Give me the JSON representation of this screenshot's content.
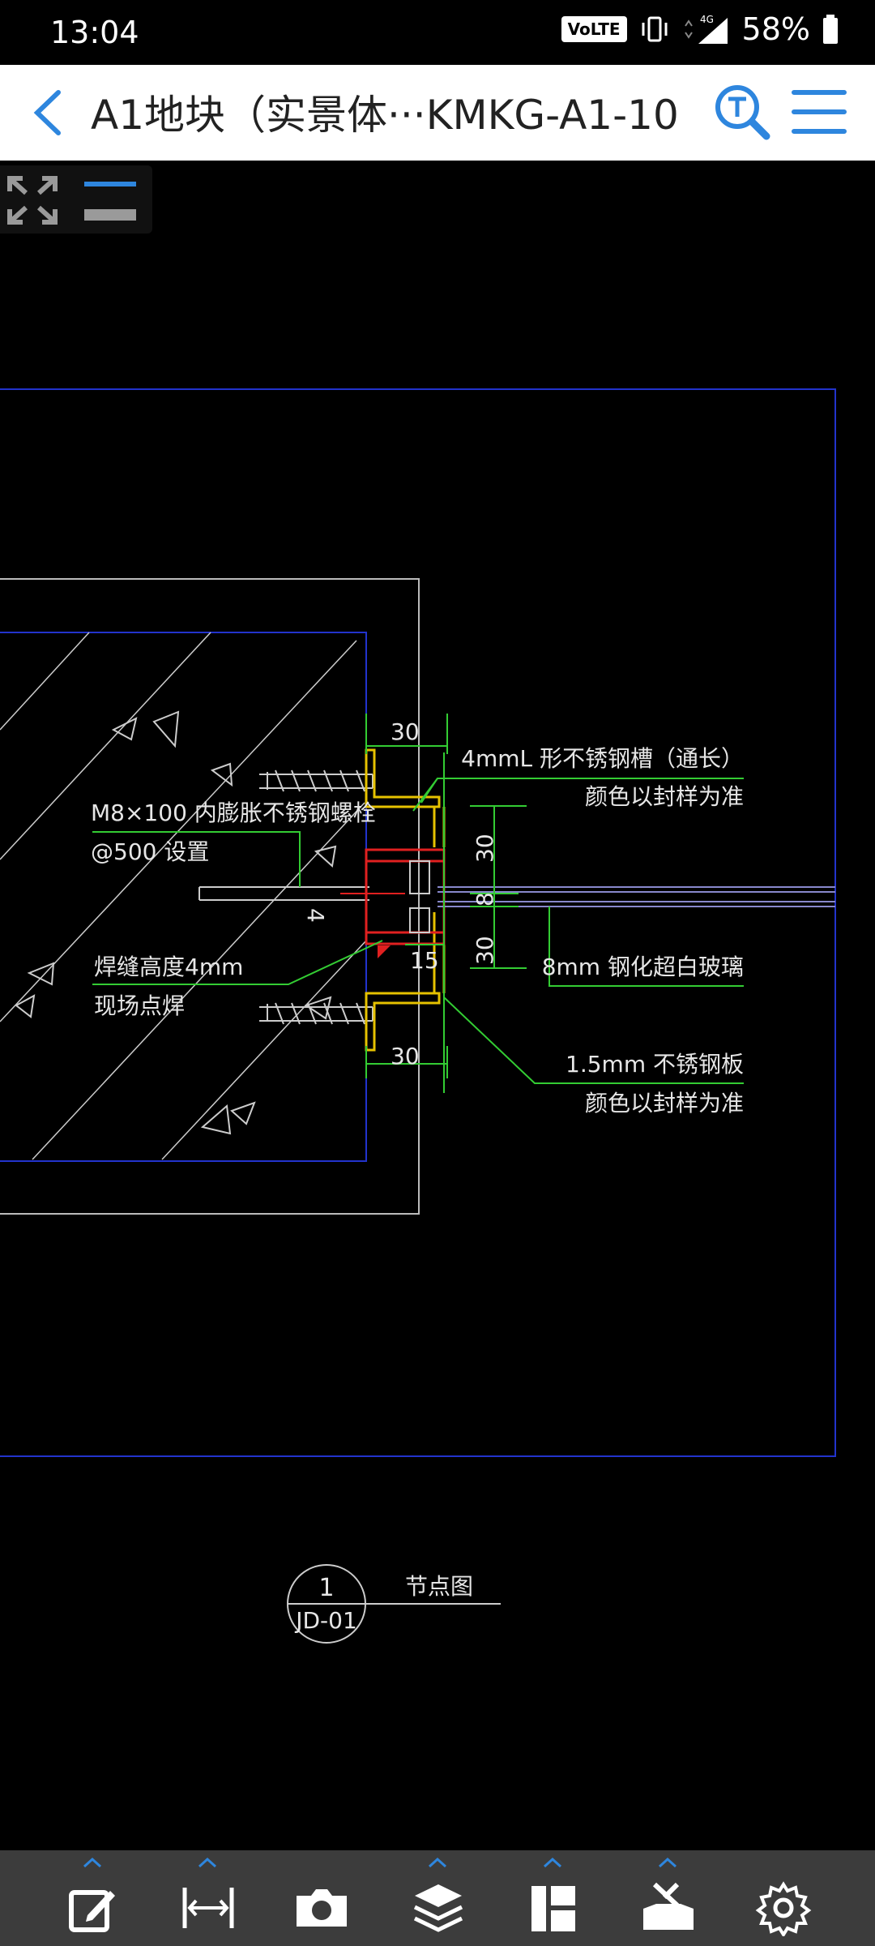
{
  "status_bar": {
    "time": "13:04",
    "volte": "VoLTE",
    "network": "4G",
    "battery": "58%"
  },
  "header": {
    "title": "A1地块（实景体···KMKG-A1-10"
  },
  "drawing": {
    "dimensions": [
      "30",
      "30",
      "8",
      "30",
      "15",
      "30",
      "4"
    ],
    "labels": {
      "channel_line1": "4mmL 形不锈钢槽（通长）",
      "channel_line2": "颜色以封样为准",
      "bolt_line1": "M8×100 内膨胀不锈钢螺栓",
      "bolt_line2": "@500 设置",
      "weld_line1": "焊缝高度4mm",
      "weld_line2": "现场点焊",
      "glass": "8mm 钢化超白玻璃",
      "plate_line1": "1.5mm 不锈钢板",
      "plate_line2": "颜色以封样为准"
    },
    "detail_number": "1",
    "detail_sheet": "JD-01",
    "detail_title": "节点图"
  },
  "colors": {
    "accent": "#2e86de",
    "cad_green": "#33cc33",
    "cad_blue": "#2233cc",
    "cad_yellow": "#e6c200",
    "cad_red": "#e02020",
    "toolbar_bg": "#3c3c3c"
  },
  "toolbar_icons": [
    "edit-icon",
    "measure-icon",
    "camera-icon",
    "layers-icon",
    "layout-icon",
    "toolbox-icon",
    "settings-icon"
  ]
}
